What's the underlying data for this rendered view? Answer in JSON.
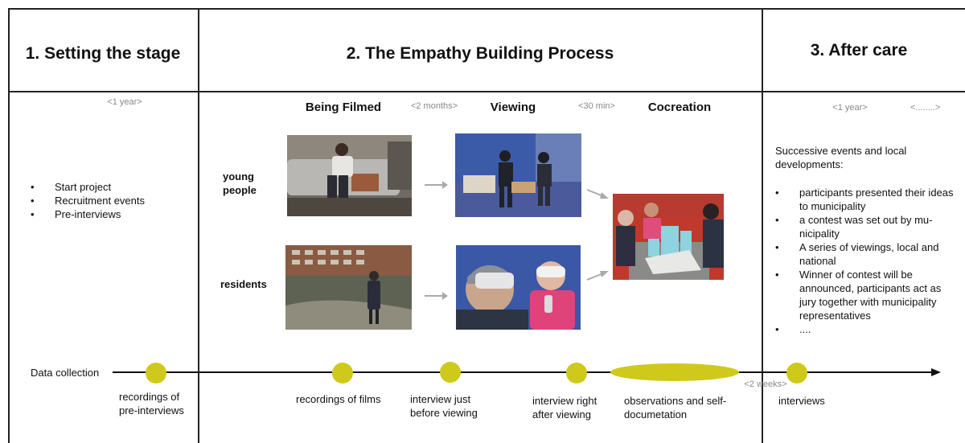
{
  "headers": {
    "col1": "1. Setting the stage",
    "col2": "2. The Empathy Building Process",
    "col3": "3. After care"
  },
  "durations": {
    "col1": "<1 year>",
    "filmed_to_viewing": "<2 months>",
    "viewing_to_cocreation": "<30 min>",
    "col3_left": "<1 year>",
    "col3_right": "<........>",
    "after_cocreation": "<2 weeks>"
  },
  "stages": {
    "filmed": "Being Filmed",
    "viewing": "Viewing",
    "cocreation": "Cocreation"
  },
  "rows": {
    "young": "young\npeople",
    "residents": "residents"
  },
  "setup_list": [
    "Start project",
    "Recruitment events",
    "Pre-interviews"
  ],
  "aftercare": {
    "intro": "Successive events and local developments:",
    "items": [
      "participants presented their ideas to municipality",
      "a contest was set out by mu-nicipality",
      "A series of viewings, local and national",
      "Winner of contest will be announced, participants act as jury together with municipality representatives",
      "...."
    ]
  },
  "timeline": {
    "label": "Data collection",
    "points": [
      "recordings of pre-interviews",
      "recordings of films",
      "interview just before viewing",
      "interview right after viewing",
      "observations and self-documetation",
      "interviews"
    ]
  },
  "colors": {
    "marker": "#cfc91c",
    "border": "#222222",
    "muted_text": "#888888"
  }
}
